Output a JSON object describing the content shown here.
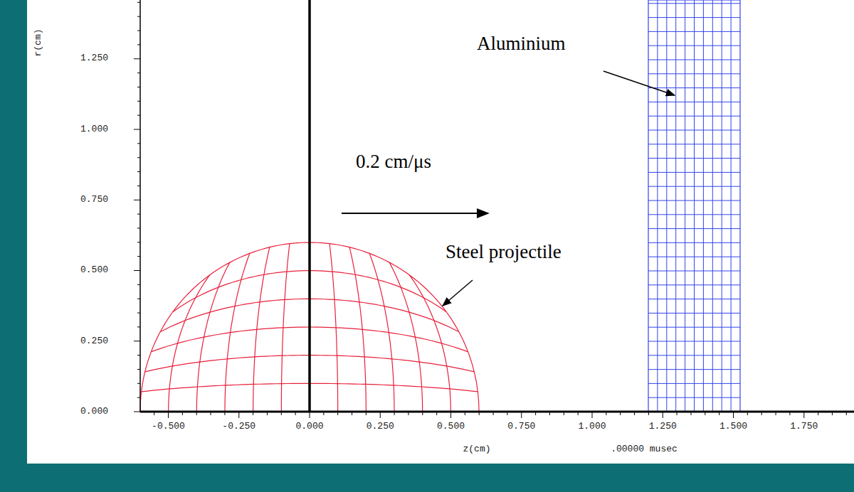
{
  "diagram": {
    "labels": [
      "Aluminium",
      "0.2 cm/μs",
      "Steel projectile",
      "r(cm)",
      "1.250",
      "1.000",
      "0.750",
      "0.500",
      "0.250",
      "0.000",
      "-0.500",
      "-0.250",
      "0.000",
      "0.250",
      "0.500",
      "0.750",
      "1.000",
      "1.250",
      "1.500",
      "1.750",
      "z(cm)",
      ".00000 musec"
    ]
  }
}
